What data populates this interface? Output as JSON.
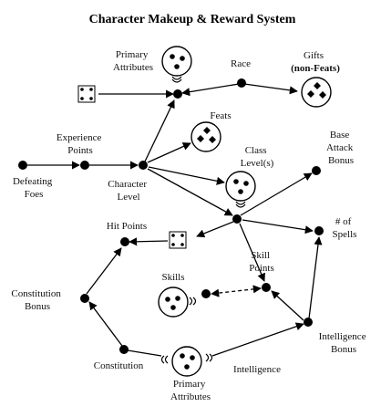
{
  "title": "Character Makeup & Reward System",
  "labels": {
    "primary_attributes_top": [
      "Primary",
      "Attributes"
    ],
    "race": "Race",
    "gifts": [
      "Gifts",
      "(non-Feats)"
    ],
    "feats": "Feats",
    "experience_points": [
      "Experience",
      "Points"
    ],
    "class_levels": [
      "Class",
      "Level(s)"
    ],
    "defeating_foes": [
      "Defeating",
      "Foes"
    ],
    "character_level": [
      "Character",
      "Level"
    ],
    "base_attack_bonus": [
      "Base",
      "Attack",
      "Bonus"
    ],
    "hit_points": "Hit Points",
    "num_spells": [
      "# of",
      "Spells"
    ],
    "skills": "Skills",
    "skill_points": [
      "Skill",
      "Points"
    ],
    "constitution_bonus": [
      "Constitution",
      "Bonus"
    ],
    "intelligence_bonus": [
      "Intelligence",
      "Bonus"
    ],
    "constitution": "Constitution",
    "intelligence": "Intelligence",
    "primary_attributes_bottom": [
      "Primary",
      "Attributes"
    ]
  },
  "icons": {
    "die": "die-icon",
    "circle_three": "three-pip-circle-icon",
    "diamond_three": "three-diamond-circle-icon"
  }
}
